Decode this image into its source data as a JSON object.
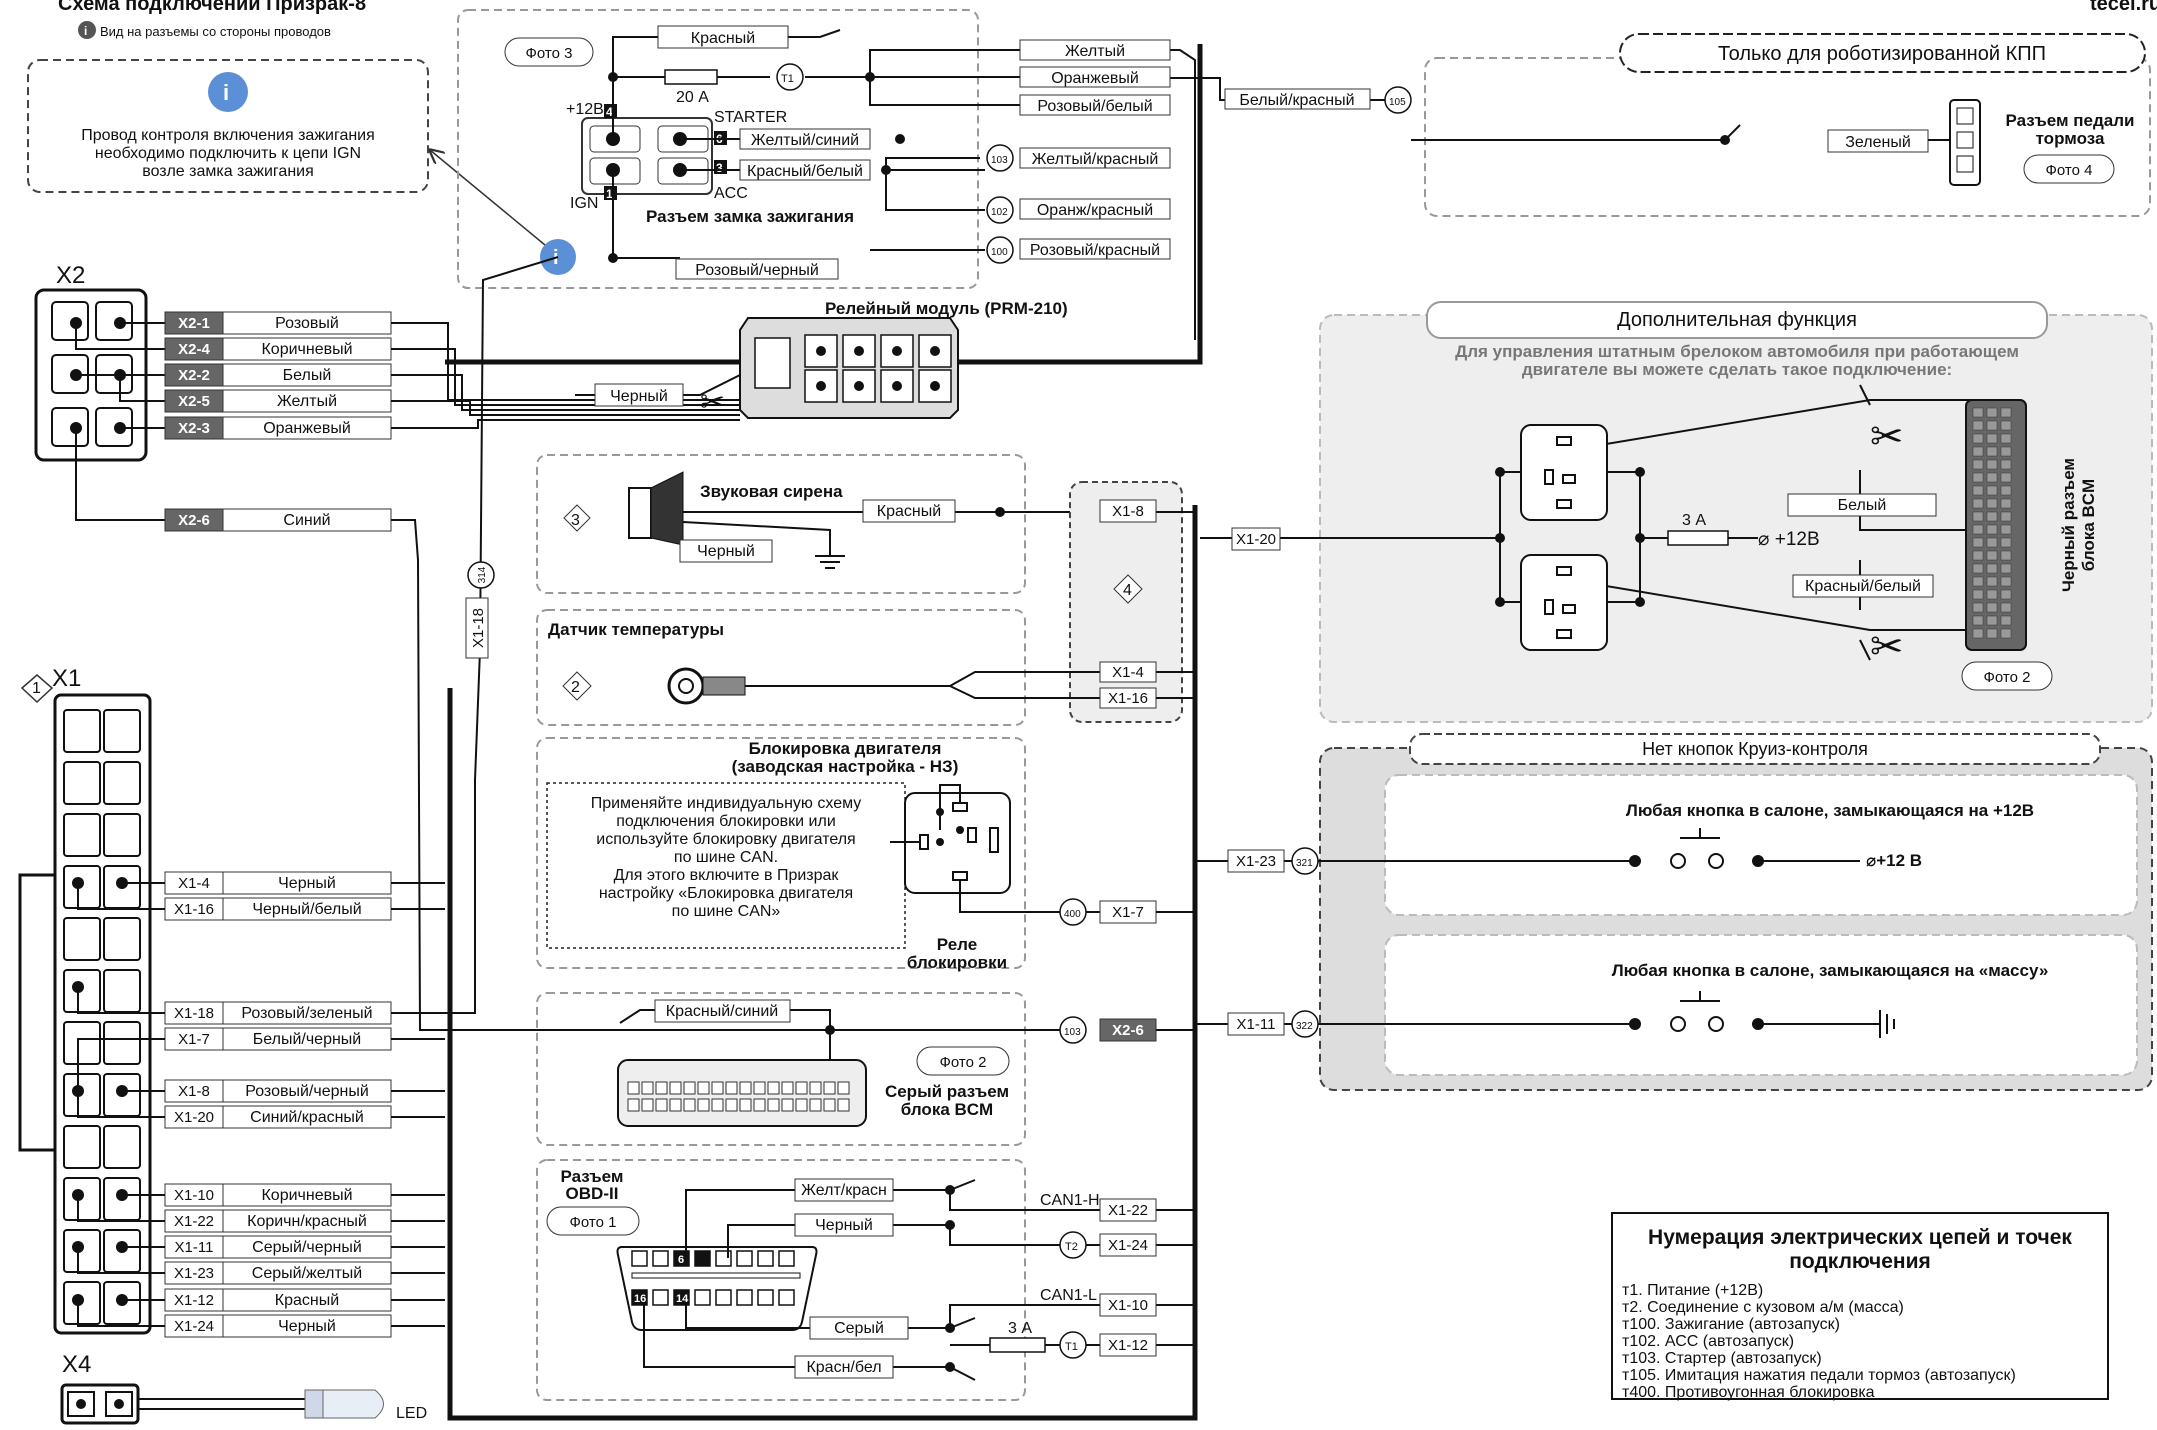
{
  "header": {
    "title": "Схема подключений Призрак-8",
    "note": "Вид на разъемы со стороны проводов",
    "brand": "tecel.ru",
    "ign_note": [
      "Провод контроля включения зажигания",
      "необходимо подключить к цепи IGN",
      "возле замка зажигания"
    ]
  },
  "ignition": {
    "photo": "Фото 3",
    "title": "Разъем замка зажигания",
    "pins": {
      "p12": "+12В",
      "starter": "STARTER",
      "acc": "ACC",
      "ign": "IGN",
      "n4": "4",
      "n6": "6",
      "n3": "3",
      "n1": "1"
    },
    "fuse": "20 А",
    "t1": "T1",
    "wires": [
      "Красный",
      "Желтый",
      "Оранжевый",
      "Розовый/белый",
      "Желтый/синий",
      "Красный/белый",
      "Желтый/красный",
      "Оранж/красный",
      "Розовый/черный",
      "Розовый/красный",
      "Белый/красный"
    ],
    "circuits": {
      "t103": "103",
      "t102": "102",
      "t100": "100",
      "t105": "105"
    }
  },
  "robot": {
    "title": "Только для роботизированной КПП",
    "wire": "Зеленый",
    "pedal": [
      "Разъем педали",
      "тормоза"
    ],
    "photo": "Фото 4"
  },
  "x2": {
    "name": "X2",
    "rows": [
      {
        "tag": "X2-1",
        "wire": "Розовый"
      },
      {
        "tag": "X2-4",
        "wire": "Коричневый"
      },
      {
        "tag": "X2-2",
        "wire": "Белый"
      },
      {
        "tag": "X2-5",
        "wire": "Желтый"
      },
      {
        "tag": "X2-3",
        "wire": "Оранжевый"
      }
    ],
    "x26": {
      "tag": "X2-6",
      "wire": "Синий"
    }
  },
  "relay_module": {
    "title": "Релейный модуль (PRM-210)",
    "wire": "Черный"
  },
  "extra": {
    "title": "Дополнительная функция",
    "desc": [
      "Для управления штатным брелоком автомобиля при работающем",
      "двигателе вы можете сделать такое подключение:"
    ],
    "fuse": "3 А",
    "plus": "+12В",
    "white": "Белый",
    "redwhite": "Красный/белый",
    "bcm": [
      "Черный разъем",
      "блока BCM"
    ],
    "photo": "Фото 2",
    "tag": "X1-20"
  },
  "siren": {
    "num": "3",
    "title": "Звуковая сирена",
    "red": "Красный",
    "black": "Черный",
    "tag": "X1-8"
  },
  "temp": {
    "num": "2",
    "title": "Датчик температуры",
    "tag1": "X1-4",
    "tag2": "X1-16"
  },
  "group4": "4",
  "x1": {
    "name": "X1",
    "num": "1",
    "x118": "X1-18",
    "t314": "314",
    "rows": [
      {
        "tag": "X1-4",
        "wire": "Черный"
      },
      {
        "tag": "X1-16",
        "wire": "Черный/белый"
      },
      {
        "tag": "X1-18",
        "wire": "Розовый/зеленый"
      },
      {
        "tag": "X1-7",
        "wire": "Белый/черный"
      },
      {
        "tag": "X1-8",
        "wire": "Розовый/черный"
      },
      {
        "tag": "X1-20",
        "wire": "Синий/красный"
      },
      {
        "tag": "X1-10",
        "wire": "Коричневый"
      },
      {
        "tag": "X1-22",
        "wire": "Коричн/красный"
      },
      {
        "tag": "X1-11",
        "wire": "Серый/черный"
      },
      {
        "tag": "X1-23",
        "wire": "Серый/желтый"
      },
      {
        "tag": "X1-12",
        "wire": "Красный"
      },
      {
        "tag": "X1-24",
        "wire": "Черный"
      }
    ]
  },
  "block": {
    "title": [
      "Блокировка двигателя",
      "(заводская настройка - НЗ)"
    ],
    "text": [
      "Применяйте индивидуальную схему",
      "подключения блокировки или",
      "используйте блокировку двигателя",
      "по шине CAN.",
      "Для этого включите в Призрак",
      "настройку «Блокировка двигателя",
      "по шине CAN»"
    ],
    "relay": [
      "Реле",
      "блокировки"
    ],
    "t400": "400",
    "tag": "X1-7"
  },
  "bcm_grey": {
    "wire": "Красный/синий",
    "photo": "Фото 2",
    "label": [
      "Серый разъем",
      "блока BCM"
    ],
    "t103": "103",
    "tag": "X2-6"
  },
  "obd": {
    "title": [
      "Разъем",
      "OBD-II"
    ],
    "photo": "Фото 1",
    "pins": {
      "p6": "6",
      "p4": "4",
      "p16": "16",
      "p14": "14"
    },
    "wires": [
      "Желт/красн",
      "Черный",
      "Серый",
      "Красн/бел"
    ],
    "canh": "CAN1-H",
    "canl": "CAN1-L",
    "tags": [
      "X1-22",
      "X1-24",
      "X1-10",
      "X1-12"
    ],
    "t2": "T2",
    "t1": "T1",
    "fuse": "3 А"
  },
  "cruise": {
    "title": "Нет кнопок Круиз-контроля",
    "btn1": "Любая кнопка в салоне, замыкающаяся на +12В",
    "plus": "+12 В",
    "btn2": "Любая кнопка в салоне, замыкающаяся на «массу»",
    "tag1": "X1-23",
    "t321": "321",
    "tag2": "X1-11",
    "t322": "322"
  },
  "x4": {
    "name": "X4",
    "led": "LED"
  },
  "legend": {
    "title": [
      "Нумерация электрических цепей и точек",
      "подключения"
    ],
    "items": [
      "т1. Питание (+12В)",
      "т2. Соединение с кузовом а/м (масса)",
      "т100. Зажигание (автозапуск)",
      "т102. АСС (автозапуск)",
      "т103. Стартер (автозапуск)",
      "т105. Имитация нажатия педали тормоз (автозапуск)",
      "т400. Противоугонная блокировка"
    ]
  }
}
